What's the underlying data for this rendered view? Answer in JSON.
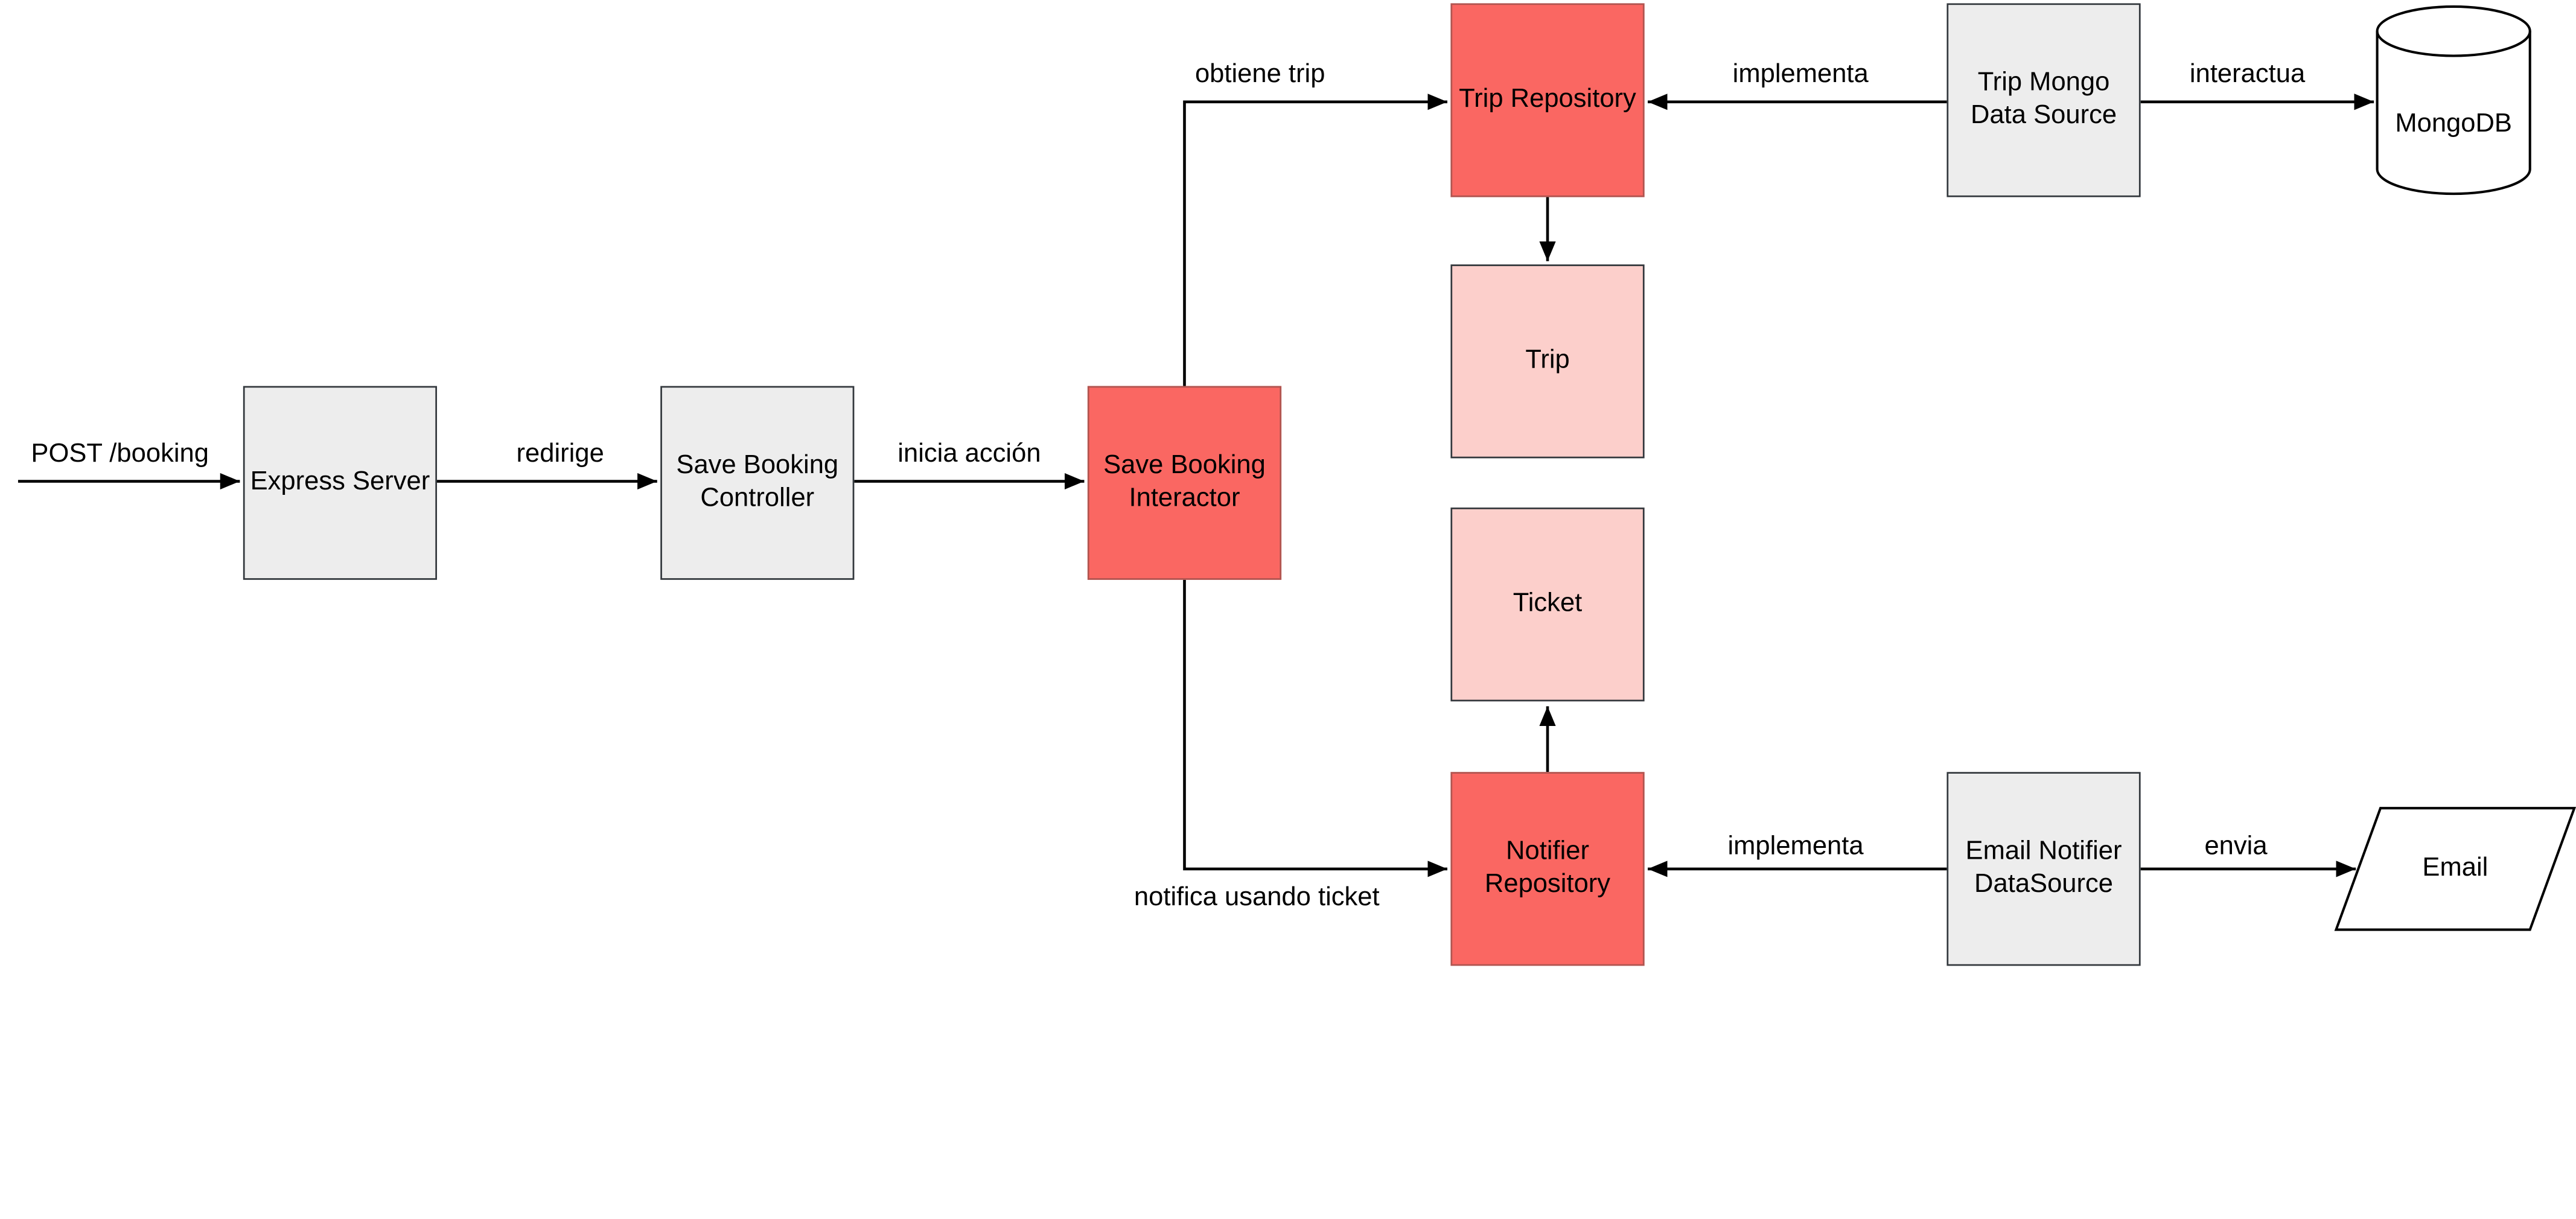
{
  "diagram": {
    "nodes": {
      "express_server": {
        "label": "Express Server",
        "kind": "gray"
      },
      "save_booking_controller": {
        "label": "Save Booking Controller",
        "kind": "gray"
      },
      "save_booking_interactor": {
        "label": "Save Booking Interactor",
        "kind": "red"
      },
      "trip_repository": {
        "label": "Trip Repository",
        "kind": "red"
      },
      "trip_mongo_data_source": {
        "label": "Trip Mongo Data Source",
        "kind": "gray"
      },
      "trip": {
        "label": "Trip",
        "kind": "pink"
      },
      "ticket": {
        "label": "Ticket",
        "kind": "pink"
      },
      "notifier_repository": {
        "label": "Notifier Repository",
        "kind": "red"
      },
      "email_notifier_datasource": {
        "label": "Email Notifier DataSource",
        "kind": "gray"
      },
      "mongodb": {
        "label": "MongoDB",
        "kind": "cylinder"
      },
      "email": {
        "label": "Email",
        "kind": "parallelogram"
      }
    },
    "edge_labels": {
      "post_booking": {
        "label": "POST /booking"
      },
      "redirige": {
        "label": "redirige"
      },
      "inicia_accion": {
        "label": "inicia acción"
      },
      "obtiene_trip": {
        "label": "obtiene trip"
      },
      "implementa_top": {
        "label": "implementa"
      },
      "interactua": {
        "label": "interactua"
      },
      "notifica_usando_ticket": {
        "label": "notifica usando ticket"
      },
      "implementa_bottom": {
        "label": "implementa"
      },
      "envia": {
        "label": "envia"
      }
    },
    "colors": {
      "red_fill": "#fa6762",
      "red_stroke": "#b05550",
      "pink_fill": "#fccfcb",
      "gray_fill": "#ededed",
      "dark_stroke": "#33383d",
      "line": "#000000",
      "background": "#ffffff"
    }
  }
}
